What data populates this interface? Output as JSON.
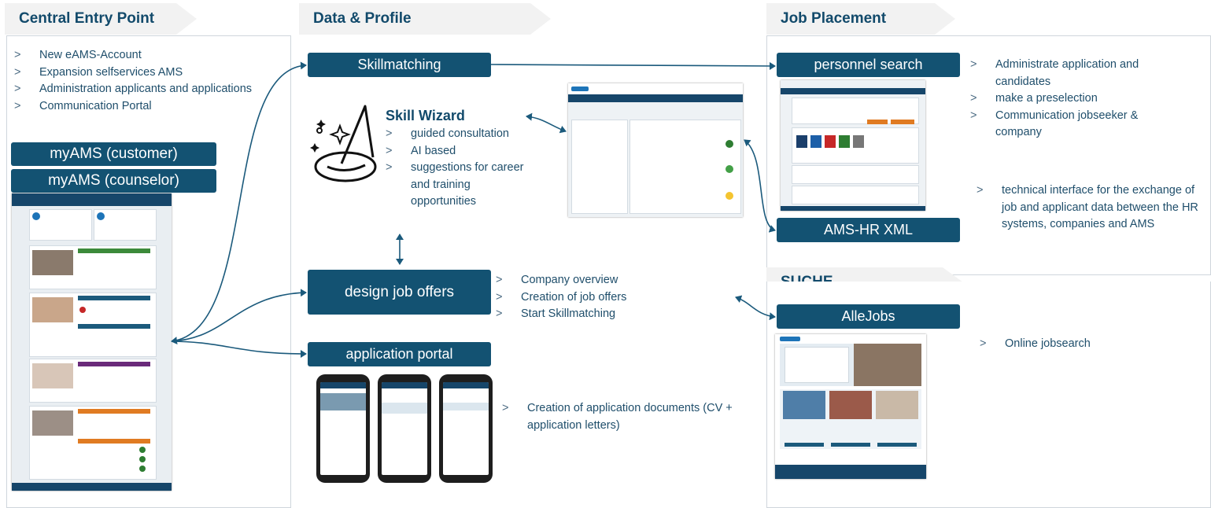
{
  "sections": {
    "central": "Central Entry Point",
    "data_profile": "Data & Profile",
    "job_placement": "Job Placement",
    "suche": "SUCHE"
  },
  "central_list": [
    "New eAMS-Account",
    "Expansion selfservices AMS",
    "Administration applicants and applications",
    "Communication Portal"
  ],
  "myams_customer": "myAMS (customer)",
  "myams_counselor": "myAMS (counselor)",
  "skillmatching": "Skillmatching",
  "skill_wizard": {
    "title": "Skill Wizard",
    "items": [
      "guided consultation",
      "AI based",
      "suggestions for career  and training opportunities"
    ]
  },
  "design_job_offers": {
    "label": "design job offers",
    "items": [
      "Company overview",
      "Creation of job offers",
      "Start Skillmatching"
    ]
  },
  "application_portal": {
    "label": "application portal",
    "items": [
      "Creation of application documents (CV + application letters)"
    ]
  },
  "personnel_search": {
    "label": "personnel search",
    "items": [
      "Administrate application and candidates",
      "make a preselection",
      "Communication jobseeker & company"
    ]
  },
  "ams_hr_xml": {
    "label": "AMS-HR XML",
    "items": [
      "technical interface for the exchange of job and applicant data between the HR systems, companies and AMS"
    ]
  },
  "allejobs": {
    "label": "AlleJobs",
    "items": [
      "Online jobsearch"
    ]
  },
  "colors": {
    "pill": "#135272",
    "header": "#124a6b",
    "accent": "#1b5a7c"
  }
}
